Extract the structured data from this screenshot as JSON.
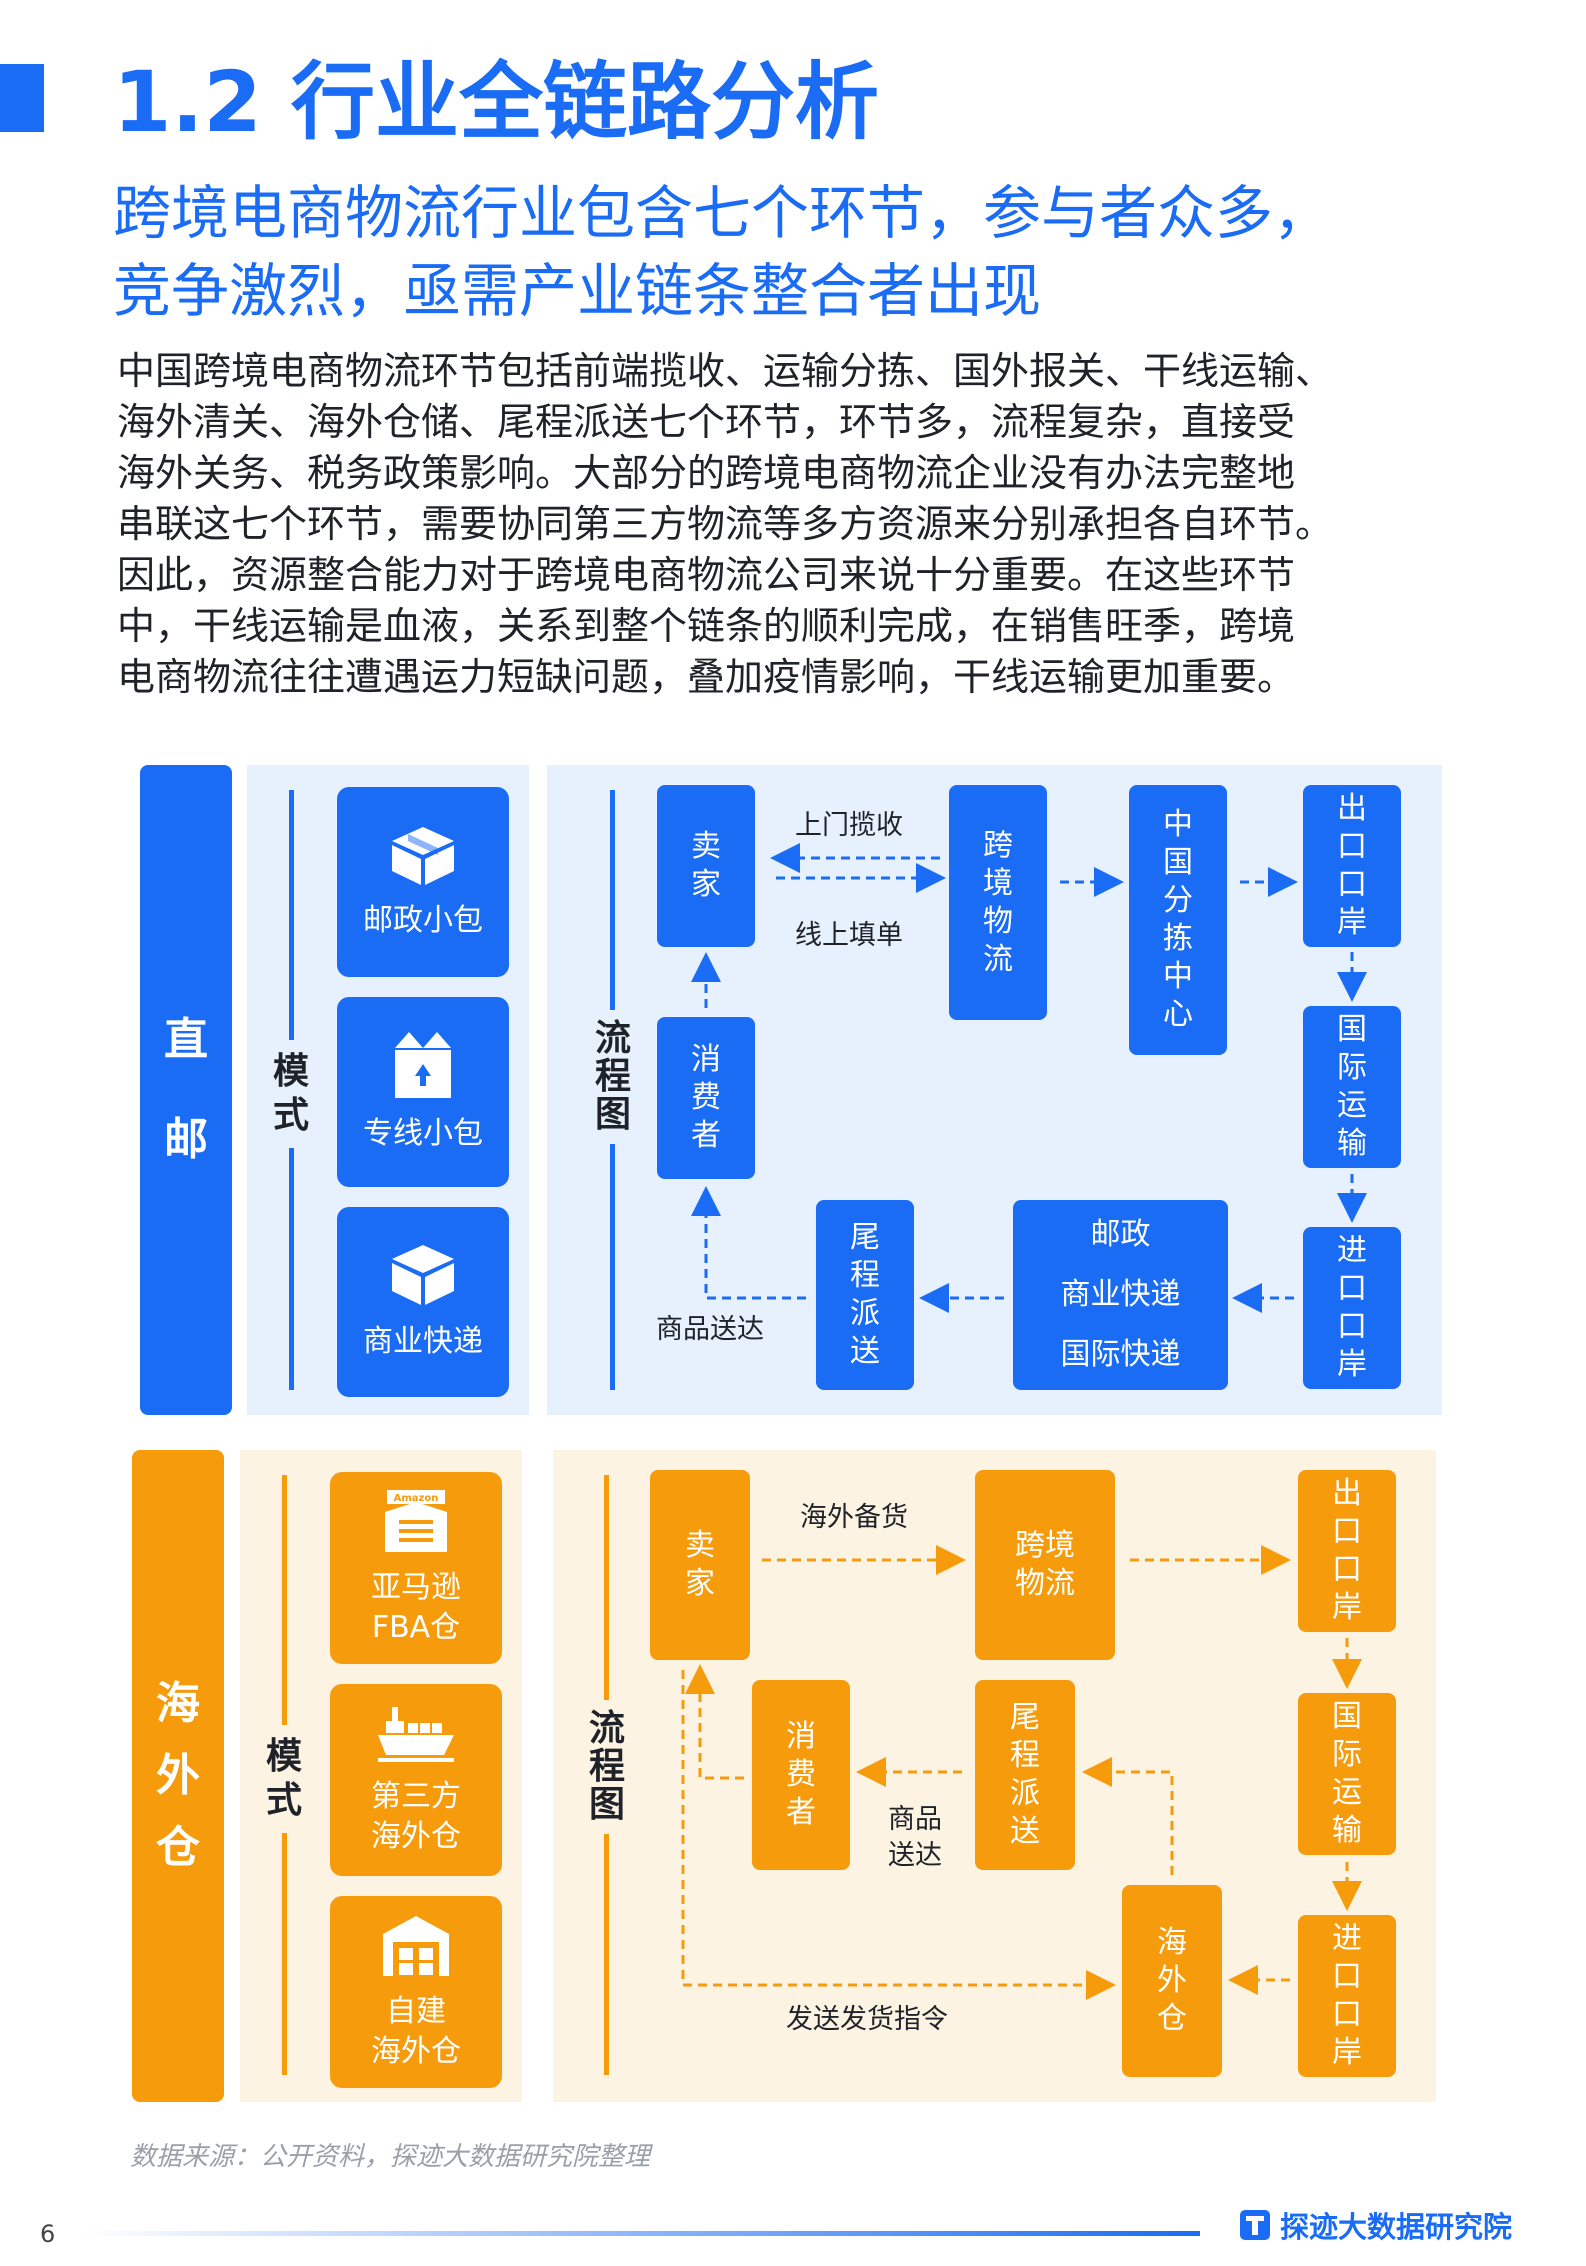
{
  "heading": {
    "title": "1.2 行业全链路分析"
  },
  "subtitle": {
    "line1": "跨境电商物流行业包含七个环节，参与者众多，",
    "line2": "竞争激烈，亟需产业链条整合者出现"
  },
  "body_lines": [
    "中国跨境电商物流环节包括前端揽收、运输分拣、国外报关、干线运输、",
    "海外清关、海外仓储、尾程派送七个环节，环节多，流程复杂，直接受",
    "海外关务、税务政策影响。大部分的跨境电商物流企业没有办法完整地",
    "串联这七个环节，需要协同第三方物流等多方资源来分别承担各自环节。",
    "因此，资源整合能力对于跨境电商物流公司来说十分重要。在这些环节",
    "中，干线运输是血液，关系到整个链条的顺利完成，在销售旺季，跨境",
    "电商物流往往遭遇运力短缺问题，叠加疫情影响，干线运输更加重要。"
  ],
  "direct": {
    "label": "直邮",
    "mode_label": "模式",
    "flow_label": "流程图",
    "modes": [
      {
        "label": "邮政小包",
        "icon": "package-icon"
      },
      {
        "label": "专线小包",
        "icon": "box-up-arrow-icon"
      },
      {
        "label": "商业快递",
        "icon": "cube-icon"
      }
    ],
    "nodes": {
      "seller": "卖家",
      "consumer": "消费者",
      "cross_border": "跨境物流",
      "sorting": "中国分拣中心",
      "export_port": "出口口岸",
      "intl_transport": "国际运输",
      "import_port": "进口口岸",
      "carrier_1": "邮政",
      "carrier_2": "商业快递",
      "carrier_3": "国际快递",
      "last_mile": "尾程派送"
    },
    "edges": {
      "pickup": "上门揽收",
      "online_order": "线上填单",
      "delivery": "商品送达"
    }
  },
  "overseas": {
    "label": "海外仓",
    "mode_label": "模式",
    "flow_label": "流程图",
    "modes": [
      {
        "line1": "亚马逊",
        "line2": "FBA仓",
        "icon": "amazon-warehouse-icon",
        "icon_text": "Amazon"
      },
      {
        "line1": "第三方",
        "line2": "海外仓",
        "icon": "cargo-ship-icon"
      },
      {
        "line1": "自建",
        "line2": "海外仓",
        "icon": "warehouse-icon"
      }
    ],
    "nodes": {
      "seller": "卖家",
      "cross_border_1": "跨境",
      "cross_border_2": "物流",
      "export_port": "出口口岸",
      "intl_transport": "国际运输",
      "import_port": "进口口岸",
      "warehouse": "海外仓",
      "last_mile": "尾程派送",
      "consumer": "消费者"
    },
    "edges": {
      "stock": "海外备货",
      "delivery_1": "商品",
      "delivery_2": "送达",
      "ship_order": "发送发货指令"
    }
  },
  "footer": {
    "source": "数据来源：公开资料，探迹大数据研究院整理",
    "page": "6",
    "brand": "探迹大数据研究院"
  },
  "colors": {
    "blue": "#1a6cf5",
    "orange": "#f59b0c",
    "blue_panel": "#e7f0fd",
    "orange_panel": "#fdf3e3"
  }
}
